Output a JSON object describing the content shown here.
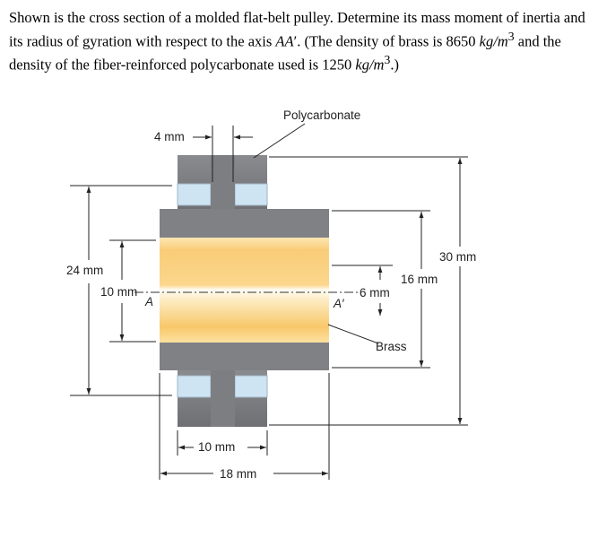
{
  "problem": {
    "part1": "Shown is the cross section of a molded flat-belt pulley. Determine its mass moment of inertia and its radius of gyration with respect to the axis ",
    "axis_a": "AA",
    "prime": "′",
    "part2": ". (The density of brass is 8650 ",
    "unit1": "kg/m",
    "exp1": "3",
    "part3": " and the density of the fiber-reinforced polycarbonate used is 1250 ",
    "unit2": "kg/m",
    "exp2": "3",
    "part4": ".)"
  },
  "figure": {
    "label_polycarbonate": "Polycarbonate",
    "label_brass": "Brass",
    "label_A": "A",
    "label_A_prime": "A′",
    "dim_4mm": "4 mm",
    "dim_24mm": "24 mm",
    "dim_10mm_left": "10 mm",
    "dim_30mm": "30 mm",
    "dim_16mm": "16 mm",
    "dim_6mm": "6 mm",
    "dim_10mm_bottom": "10 mm",
    "dim_18mm": "18 mm",
    "colors": {
      "polycarbonate": "#7d7e82",
      "polycarbonate_dark": "#5e5f63",
      "brass_light": "#fde3a6",
      "brass": "#f8c96c",
      "bushing": "#cfe4f3"
    }
  }
}
